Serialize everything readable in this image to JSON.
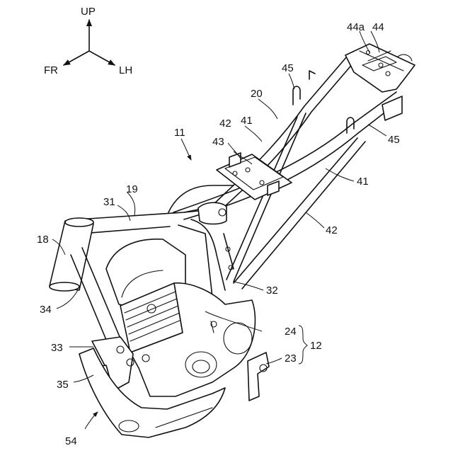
{
  "axes": {
    "up": "UP",
    "front": "FR",
    "left": "LH"
  },
  "labels": {
    "l11": "11",
    "l12": "12",
    "l18": "18",
    "l19": "19",
    "l20": "20",
    "l23": "23",
    "l24": "24",
    "l31": "31",
    "l32": "32",
    "l33": "33",
    "l34": "34",
    "l35": "35",
    "l41a": "41",
    "l41b": "41",
    "l42a": "42",
    "l42b": "42",
    "l43": "43",
    "l44": "44",
    "l44a": "44a",
    "l45a": "45",
    "l45b": "45",
    "l54": "54"
  }
}
